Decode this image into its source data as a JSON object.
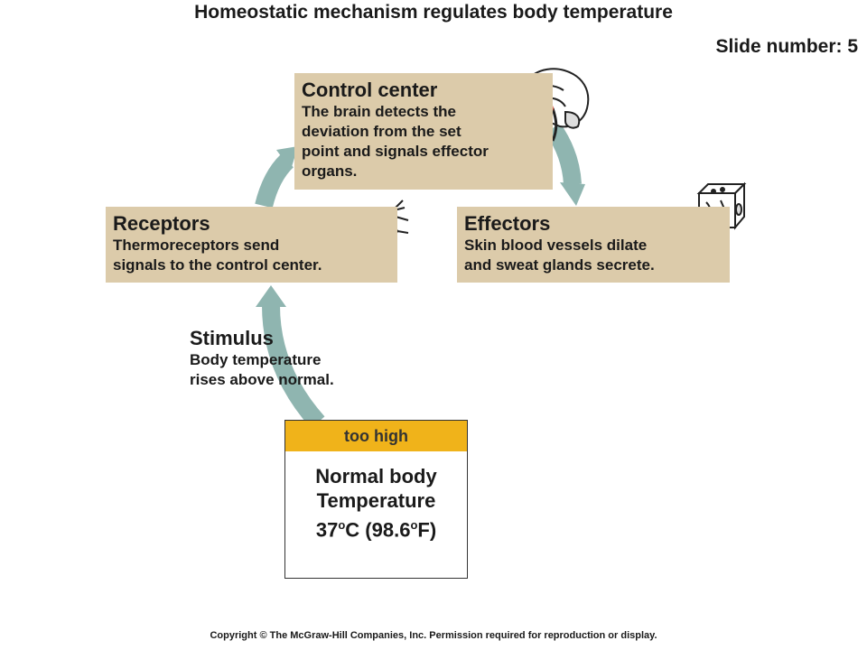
{
  "title": "Homeostatic mechanism regulates body temperature",
  "slide_number": "Slide number: 5",
  "control_center": {
    "heading": "Control center",
    "lines": [
      "The brain detects the",
      "deviation from the set",
      "point and signals effector",
      "organs."
    ]
  },
  "receptors": {
    "heading": "Receptors",
    "lines": [
      "Thermoreceptors send",
      "signals to the control center."
    ]
  },
  "effectors": {
    "heading": "Effectors",
    "lines": [
      "Skin blood vessels dilate",
      "and sweat glands secrete."
    ]
  },
  "stimulus": {
    "heading": "Stimulus",
    "lines": [
      "Body temperature",
      "rises above normal."
    ]
  },
  "temperature": {
    "badge": "too high",
    "line1": "Normal body",
    "line2": "Temperature",
    "value_c_num": "37",
    "value_c_sup": "o",
    "value_c_unit": "C (98.6",
    "value_f_sup": "o",
    "value_f_unit": "F)"
  },
  "copyright": "Copyright © The McGraw-Hill Companies, Inc. Permission required for reproduction or display.",
  "colors": {
    "box": "#dccbaa",
    "arrow": "#8fb5b0",
    "badge": "#f0b31a"
  }
}
